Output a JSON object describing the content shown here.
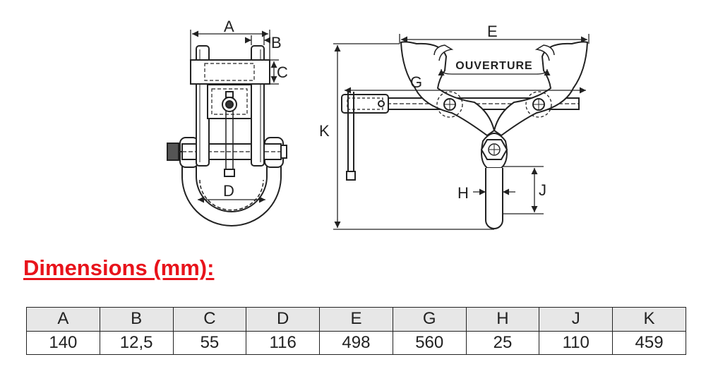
{
  "drawing": {
    "labels": {
      "a": "A",
      "b": "B",
      "c": "C",
      "d": "D",
      "e": "E",
      "g": "G",
      "h": "H",
      "j": "J",
      "k": "K",
      "opening": "OUVERTURE"
    },
    "line_color": "#222222"
  },
  "heading": "Dimensions (mm):",
  "heading_color": "#e8131b",
  "table": {
    "header_color": "#e7e7e7",
    "headers": [
      "A",
      "B",
      "C",
      "D",
      "E",
      "G",
      "H",
      "J",
      "K"
    ],
    "values": [
      "140",
      "12,5",
      "55",
      "116",
      "498",
      "560",
      "25",
      "110",
      "459"
    ]
  }
}
